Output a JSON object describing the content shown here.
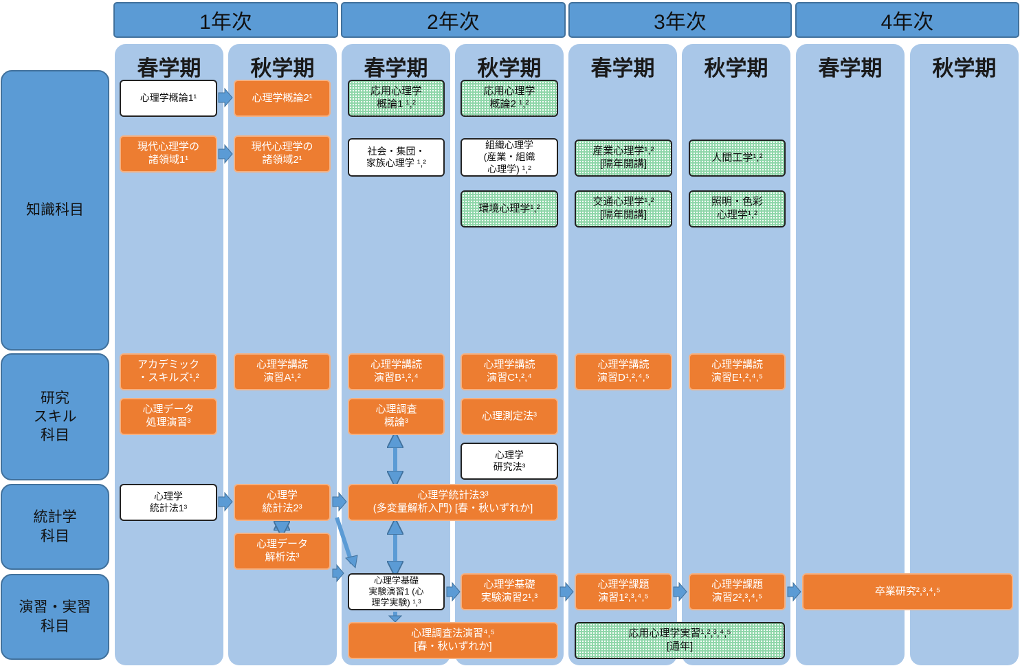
{
  "years": [
    "1年次",
    "2年次",
    "3年次",
    "4年次"
  ],
  "terms": [
    "春学期",
    "秋学期",
    "春学期",
    "秋学期",
    "春学期",
    "秋学期",
    "春学期",
    "秋学期"
  ],
  "categories": [
    "知識科目",
    "研究\nスキル\n科目",
    "統計学\n科目",
    "演習・実習\n科目"
  ],
  "courses": {
    "c1": "心理学概論1¹",
    "c2": "心理学概論2¹",
    "c3": "応用心理学\n概論1 ¹,²",
    "c4": "応用心理学\n概論2 ¹,²",
    "c5": "現代心理学の\n諸領域1¹",
    "c6": "現代心理学の\n諸領域2¹",
    "c7": "社会・集団・\n家族心理学 ¹,²",
    "c8": "組織心理学\n(産業・組織\n心理学) ¹,²",
    "c9": "産業心理学¹,²\n[隔年開講]",
    "c10": "人間工学¹,²",
    "c11": "環境心理学¹,²",
    "c12": "交通心理学¹,²\n[隔年開講]",
    "c13": "照明・色彩\n心理学¹,²",
    "c14": "アカデミック\n・スキルズ¹,²",
    "c15": "心理学講読\n演習A¹,²",
    "c16": "心理学講読\n演習B¹,²,⁴",
    "c17": "心理学講読\n演習C¹,²,⁴",
    "c18": "心理学講読\n演習D¹,²,⁴,⁵",
    "c19": "心理学講読\n演習E¹,²,⁴,⁵",
    "c20": "心理データ\n処理演習³",
    "c21": "心理調査\n概論³",
    "c22": "心理測定法³",
    "c23": "心理学\n研究法³",
    "c24": "心理学\n統計法1³",
    "c25": "心理学\n統計法2³",
    "c26": "心理学統計法3³\n(多変量解析入門) [春・秋いずれか]",
    "c27": "心理データ\n解析法³",
    "c28": "心理学基礎\n実験演習1 (心\n理学実験) ¹,³",
    "c29": "心理学基礎\n実験演習2¹,³",
    "c30": "心理学課題\n演習1²,³,⁴,⁵",
    "c31": "心理学課題\n演習2²,³,⁴,⁵",
    "c32": "卒業研究²,³,⁴,⁵",
    "c33": "心理調査法演習⁴,⁵\n[春・秋いずれか]",
    "c34": "応用心理学実習¹,²,³,⁴,⁵\n[通年]"
  },
  "colors": {
    "required": "#ed7d31",
    "elective": "#ffffff",
    "applied": "#8fd6a9",
    "header": "#5b9bd5",
    "column": "#a9c7e8",
    "arrow": "#5b9bd5"
  }
}
